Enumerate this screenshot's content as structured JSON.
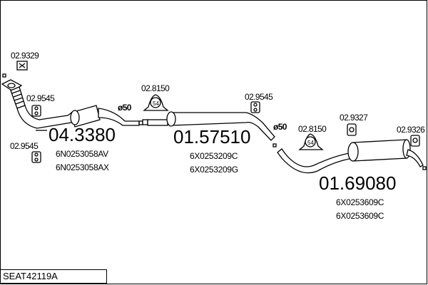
{
  "diagram_code": "SEAT42119A",
  "parts": [
    {
      "number": "04.3380",
      "oem": [
        "6N0253058AV",
        "6N0253058AX"
      ]
    },
    {
      "number": "01.57510",
      "oem": [
        "6X0253209C",
        "6X0253209G"
      ]
    },
    {
      "number": "01.69080",
      "oem": [
        "6X0253609C",
        "6X0253609C"
      ]
    }
  ],
  "accessories": [
    {
      "number": "02.9329"
    },
    {
      "number": "02.9545"
    },
    {
      "number": "02.9545"
    },
    {
      "number": "02.8150",
      "badge": "54"
    },
    {
      "number": "02.9545"
    },
    {
      "number": "02.8150",
      "badge": "54"
    },
    {
      "number": "02.9327"
    },
    {
      "number": "02.9326"
    }
  ],
  "diameters": [
    "ø50",
    "ø50"
  ]
}
